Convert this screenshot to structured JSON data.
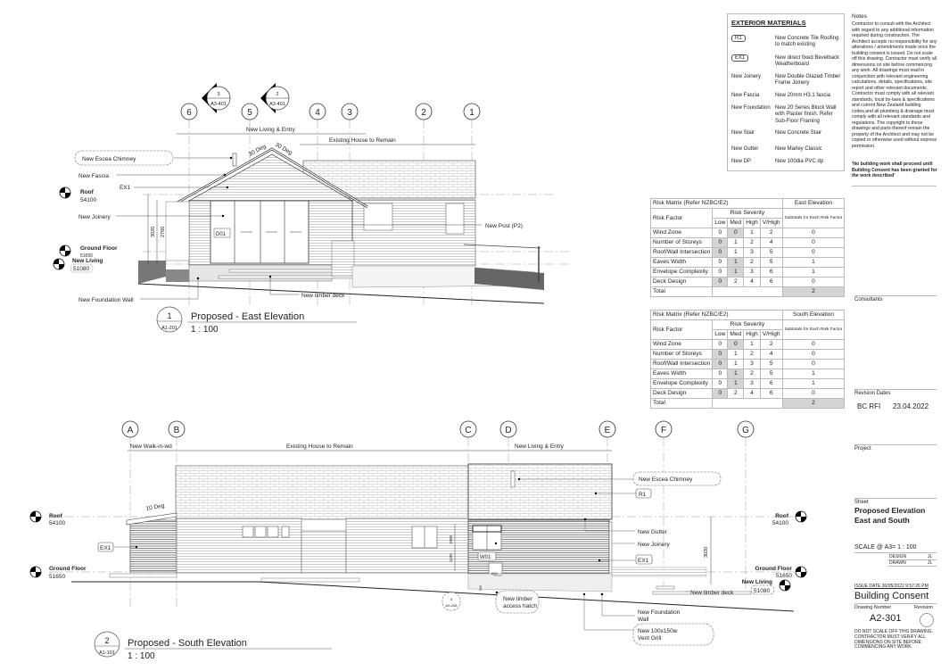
{
  "materials": {
    "title": "EXTERIOR MATERIALS",
    "rows": [
      {
        "key": "R1",
        "value": "New Concrete Tile Roofing to match existing"
      },
      {
        "key": "EX1",
        "value": "New direct fixed Bevelback Weatherboard"
      },
      {
        "key": "New Joinery",
        "value": "New Double Glazed Timber Frame Joinery"
      },
      {
        "key": "New Fascia",
        "value": "New 20mm H3.1 fascia"
      },
      {
        "key": "New Foundation",
        "value": "New 20 Series Block Wall with Plaster finish. Refer Sub-Floor Framing"
      },
      {
        "key": "New Stair",
        "value": "New Concrete Stair"
      },
      {
        "key": "New Gutter",
        "value": "New Marley Classic"
      },
      {
        "key": "New DP",
        "value": "New 100dia PVC dp"
      }
    ]
  },
  "notes": {
    "heading": "Notes",
    "body": "Contractor to consult with the Architect with regard to any additional information required during construction. The Architect accepts no responsibility for any alterations / amendments made once the building consent is issued. Do not scale off this drawing. Contractor must verify all dimensions on site before commencing any work. All drawings must read in conjunction with relevant engineering calculations, details, specifications, site report and other relevant documents. Contractor must comply with all relevant standards, local by-laws & specifications and current New Zealand building codes,and all plumbing & drainage must comply with all relevant standards and regulations. The copyright to these drawings and parts thereof remain the property of the Architect and may not be copied or otherwise used without express permission.",
    "warning": "'No building work shall proceed until Building Consent has been granted for the work described'"
  },
  "risk_tables": [
    {
      "title": "Risk Matrix (Refer NZBC/E2)",
      "elevation": "East Elevation",
      "factor_header": "Risk Factor",
      "severity_header": "Risk Severity",
      "levels": [
        "Low",
        "Med",
        "High",
        "V/High"
      ],
      "subtotal_header": "Subtotals for Each Risk Factor",
      "rows": [
        {
          "factor": "Wind Zone",
          "values": [
            0,
            0,
            1,
            2
          ],
          "selected": 1,
          "subtotal": 0
        },
        {
          "factor": "Number of Storeys",
          "values": [
            0,
            1,
            2,
            4
          ],
          "selected": 0,
          "subtotal": 0
        },
        {
          "factor": "Roof/Wall Intersection",
          "values": [
            0,
            1,
            3,
            5
          ],
          "selected": 0,
          "subtotal": 0
        },
        {
          "factor": "Eaves Width",
          "values": [
            0,
            1,
            2,
            5
          ],
          "selected": 1,
          "subtotal": 1
        },
        {
          "factor": "Envelope Complexity",
          "values": [
            0,
            1,
            3,
            6
          ],
          "selected": 1,
          "subtotal": 1
        },
        {
          "factor": "Deck Design",
          "values": [
            0,
            2,
            4,
            6
          ],
          "selected": 0,
          "subtotal": 0
        }
      ],
      "total_label": "Total",
      "total": 2
    },
    {
      "title": "Risk Matrix (Refer NZBC/E2)",
      "elevation": "South Elevation",
      "factor_header": "Risk Factor",
      "severity_header": "Risk Severity",
      "levels": [
        "Low",
        "Med",
        "High",
        "V/High"
      ],
      "subtotal_header": "Subtotals for Each Risk Factor",
      "rows": [
        {
          "factor": "Wind Zone",
          "values": [
            0,
            0,
            1,
            2
          ],
          "selected": 1,
          "subtotal": 0
        },
        {
          "factor": "Number of Storeys",
          "values": [
            0,
            1,
            2,
            4
          ],
          "selected": 0,
          "subtotal": 0
        },
        {
          "factor": "Roof/Wall Intersection",
          "values": [
            0,
            1,
            3,
            5
          ],
          "selected": 0,
          "subtotal": 0
        },
        {
          "factor": "Eaves Width",
          "values": [
            0,
            1,
            2,
            5
          ],
          "selected": 1,
          "subtotal": 1
        },
        {
          "factor": "Envelope Complexity",
          "values": [
            0,
            1,
            3,
            6
          ],
          "selected": 1,
          "subtotal": 1
        },
        {
          "factor": "Deck Design",
          "values": [
            0,
            2,
            4,
            6
          ],
          "selected": 0,
          "subtotal": 0
        }
      ],
      "total_label": "Total",
      "total": 2
    }
  ],
  "title_block": {
    "consultants": "Consultants",
    "revision_dates": "Revision Dates",
    "revision": {
      "label": "BC RFI",
      "date": "23.04.2022"
    },
    "project": "Project",
    "sheet_label": "Sheet",
    "sheet_title_1": "Proposed Elevation",
    "sheet_title_2": "East and South",
    "scale": "SCALE @ A3=  1 : 100",
    "design_label": "DESIGN",
    "design_value": "JL",
    "drawn_label": "DRAWN",
    "drawn_value": "JL",
    "issue_date": "ISSUE DATE 30/05/2022 9:57:26 PM",
    "status": "Building Consent",
    "drawing_number_label": "Drawing Number",
    "revision_label": "Revision",
    "drawing_number": "A2-301",
    "disclaimer_1": "DO NOT SCALE OFF THIS DRAWING.",
    "disclaimer_2": "CONTRACTOR MUST VERIFY ALL DIMENSIONS ON SITE BEFORE COMMENCING ANY WORK."
  },
  "east": {
    "grids": [
      "6",
      "5",
      "4",
      "3",
      "2",
      "1"
    ],
    "sections": [
      {
        "num": "3",
        "sheet": "A3-401"
      },
      {
        "num": "2",
        "sheet": "A3-401"
      }
    ],
    "zone_new": "New Living & Entry",
    "zone_existing": "Existing House to Remain",
    "pitch_left": "30 Deg",
    "pitch_right": "30 Deg",
    "labels": {
      "chimney": "New Escea Chimney",
      "fascia": "New Fascia",
      "ex1": "EX1",
      "joinery": "New Joinery",
      "foundation": "New Foundation Wall",
      "deck": "New timber deck",
      "post": "New Post (P2)",
      "door": "D01"
    },
    "levels": {
      "roof": "Roof",
      "roof_value": "54100",
      "ground": "Ground Floor",
      "ground_value": "51650",
      "living": "New Living",
      "living_value": "51080"
    },
    "dims": {
      "d1": "3020",
      "d2": "2760"
    },
    "view_number": "1",
    "view_sheet": "A1-201",
    "view_title": "Proposed - East Elevation",
    "view_scale": "1 : 100"
  },
  "south": {
    "grids": [
      "A",
      "B",
      "C",
      "D",
      "E",
      "F",
      "G"
    ],
    "zone_walkin": "New Walk-in-wd",
    "zone_existing": "Existing House to Remain",
    "zone_new": "New Living & Entry",
    "pitch": "10 Deg",
    "labels": {
      "ex1_left": "EX1",
      "chimney": "New Escea Chimney",
      "r1": "R1",
      "gutter": "New Gutter",
      "joinery": "New Joinery",
      "ex1_right": "EX1",
      "deck": "New timber deck",
      "foundation_1": "New Foundation",
      "foundation_2": "Wall",
      "vent_1": "New 100x150w",
      "vent_2": "Vent Grill",
      "hatch_1": "New timber",
      "hatch_2": "access hatch",
      "window": "W01",
      "detail_num": "5",
      "detail_sheet": "A5-208"
    },
    "levels": {
      "roof": "Roof",
      "roof_value": "54100",
      "ground": "Ground Floor",
      "ground_value": "51650",
      "living": "New Living",
      "living_value": "51080"
    },
    "dims": {
      "d1000": "1000",
      "d1100": "1100",
      "d3020": "3020",
      "d600": "600",
      "d500": "500"
    },
    "view_number": "2",
    "view_sheet": "A1-101",
    "view_title": "Proposed - South Elevation",
    "view_scale": "1 : 100"
  }
}
